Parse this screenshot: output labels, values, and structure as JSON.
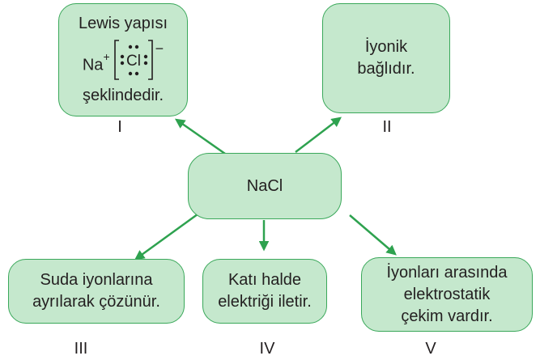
{
  "center": {
    "label": "NaCl"
  },
  "box1": {
    "line1": "Lewis yapısı",
    "ion": "Na",
    "ion_charge": "+",
    "anion": "Cl",
    "anion_charge": "−",
    "line3": "şeklindedir.",
    "roman": "I"
  },
  "box2": {
    "line1": "İyonik",
    "line2": "bağlıdır.",
    "roman": "II"
  },
  "box3": {
    "line1": "Suda iyonlarına",
    "line2": "ayrılarak çözünür.",
    "roman": "III"
  },
  "box4": {
    "line1": "Katı halde",
    "line2": "elektriği iletir.",
    "roman": "IV"
  },
  "box5": {
    "line1": "İyonları arasında",
    "line2": "elektrostatik",
    "line3": "çekim vardır.",
    "roman": "V"
  },
  "colors": {
    "box_fill": "#c5e8cd",
    "box_border": "#3aa85a",
    "arrow": "#2ea24f"
  }
}
